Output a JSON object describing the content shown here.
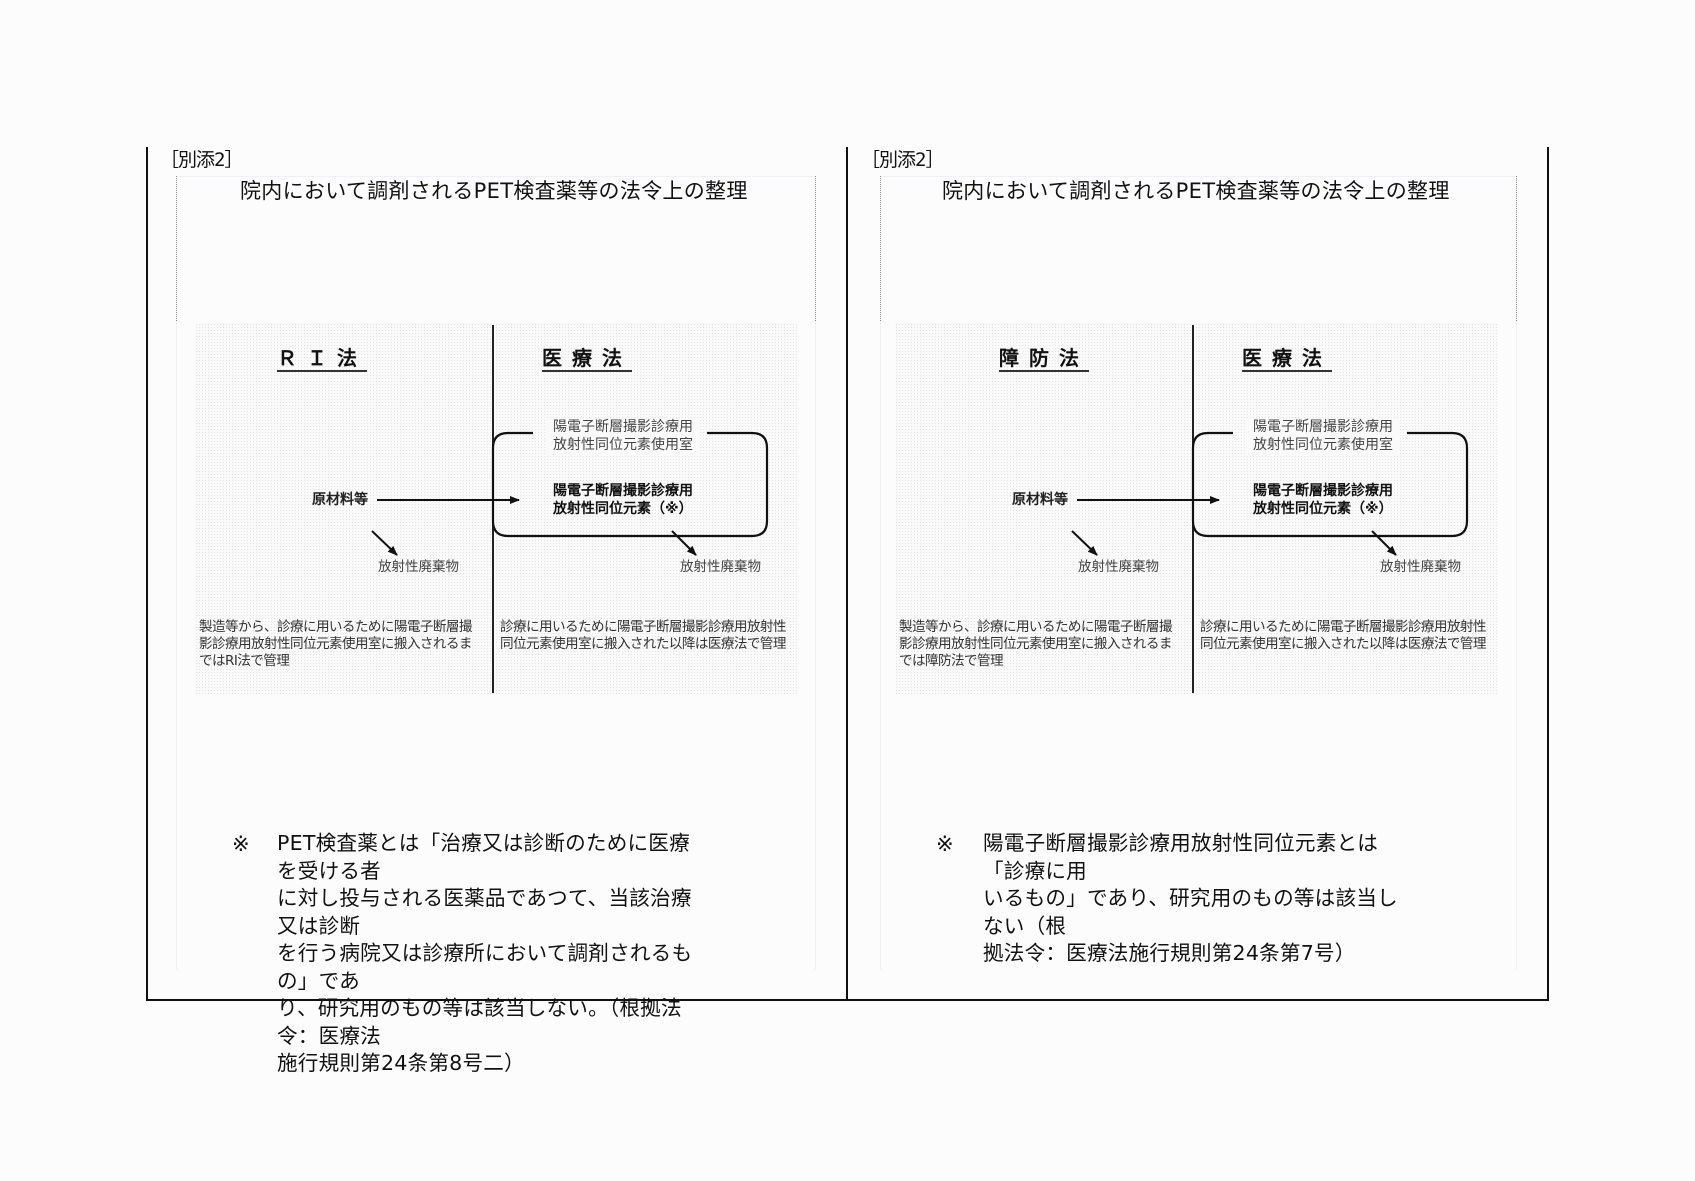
{
  "document": {
    "panels": [
      {
        "id": "left",
        "attachment_label": "［別添2］",
        "title": "院内において調剤されるPET検査薬等の法令上の整理",
        "diagram": {
          "left_law": "ＲＩ法",
          "right_law": "医療法",
          "room_label_line1": "陽電子断層撮影診療用",
          "room_label_line2": "放射性同位元素使用室",
          "element_label_line1": "陽電子断層撮影診療用",
          "element_label_line2": "放射性同位元素（※）",
          "raw_materials": "原材料等",
          "waste_left": "放射性廃棄物",
          "waste_right": "放射性廃棄物",
          "left_description": "製造等から、診療に用いるために陽電子断層撮\n影診療用放射性同位元素使用室に搬入されるま\nではRI法で管理",
          "right_description": "診療に用いるために陽電子断層撮影診療用放射性\n同位元素使用室に搬入された以降は医療法で管理"
        },
        "note_mark": "※",
        "note": "PET検査薬とは「治療又は診断のために医療を受ける者\nに対し投与される医薬品であつて、当該治療又は診断\nを行う病院又は診療所において調剤されるもの」であ\nり、研究用のもの等は該当しない。（根拠法令：医療法\n施行規則第24条第8号二）"
      },
      {
        "id": "right",
        "attachment_label": "［別添2］",
        "title": "院内において調剤されるPET検査薬等の法令上の整理",
        "diagram": {
          "left_law": "障防法",
          "right_law": "医療法",
          "room_label_line1": "陽電子断層撮影診療用",
          "room_label_line2": "放射性同位元素使用室",
          "element_label_line1": "陽電子断層撮影診療用",
          "element_label_line2": "放射性同位元素（※）",
          "raw_materials": "原材料等",
          "waste_left": "放射性廃棄物",
          "waste_right": "放射性廃棄物",
          "left_description": "製造等から、診療に用いるために陽電子断層撮\n影診療用放射性同位元素使用室に搬入されるま\nでは障防法で管理",
          "right_description": "診療に用いるために陽電子断層撮影診療用放射性\n同位元素使用室に搬入された以降は医療法で管理"
        },
        "note_mark": "※",
        "note": "陽電子断層撮影診療用放射性同位元素とは「診療に用\nいるもの」であり、研究用のもの等は該当しない（根\n拠法令：医療法施行規則第24条第7号）"
      }
    ]
  }
}
